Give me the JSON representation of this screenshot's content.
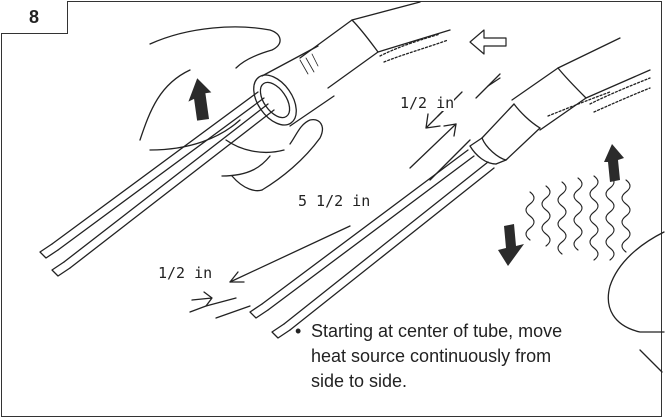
{
  "step": {
    "number": "8"
  },
  "dimensions": {
    "top_gap": "1/2 in",
    "length": "5 1/2 in",
    "bottom_gap": "1/2 in"
  },
  "instruction": {
    "bullet": "•",
    "line1": "Starting at center of tube, move",
    "line2": "heat source continuously from",
    "line3": "side to side."
  },
  "colors": {
    "ink": "#222222",
    "arrow_fill": "#2b2b2b",
    "background": "#ffffff"
  },
  "icons": [
    "hand-icon",
    "heat-waves-icon",
    "up-arrow-icon",
    "down-arrow-icon",
    "direction-arrow-icon"
  ]
}
